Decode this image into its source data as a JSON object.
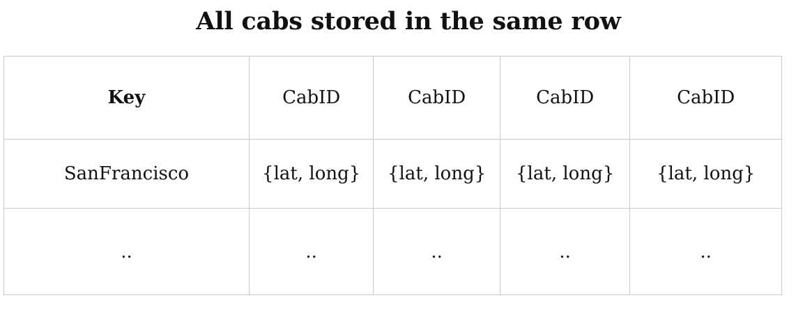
{
  "title": "All cabs stored in the same row",
  "table": {
    "header": [
      "Key",
      "CabID",
      "CabID",
      "CabID",
      "CabID"
    ],
    "rows": [
      [
        "SanFrancisco",
        "{lat, long}",
        "{lat, long}",
        "{lat, long}",
        "{lat, long}"
      ],
      [
        "..",
        "..",
        "..",
        "..",
        ".."
      ]
    ]
  }
}
